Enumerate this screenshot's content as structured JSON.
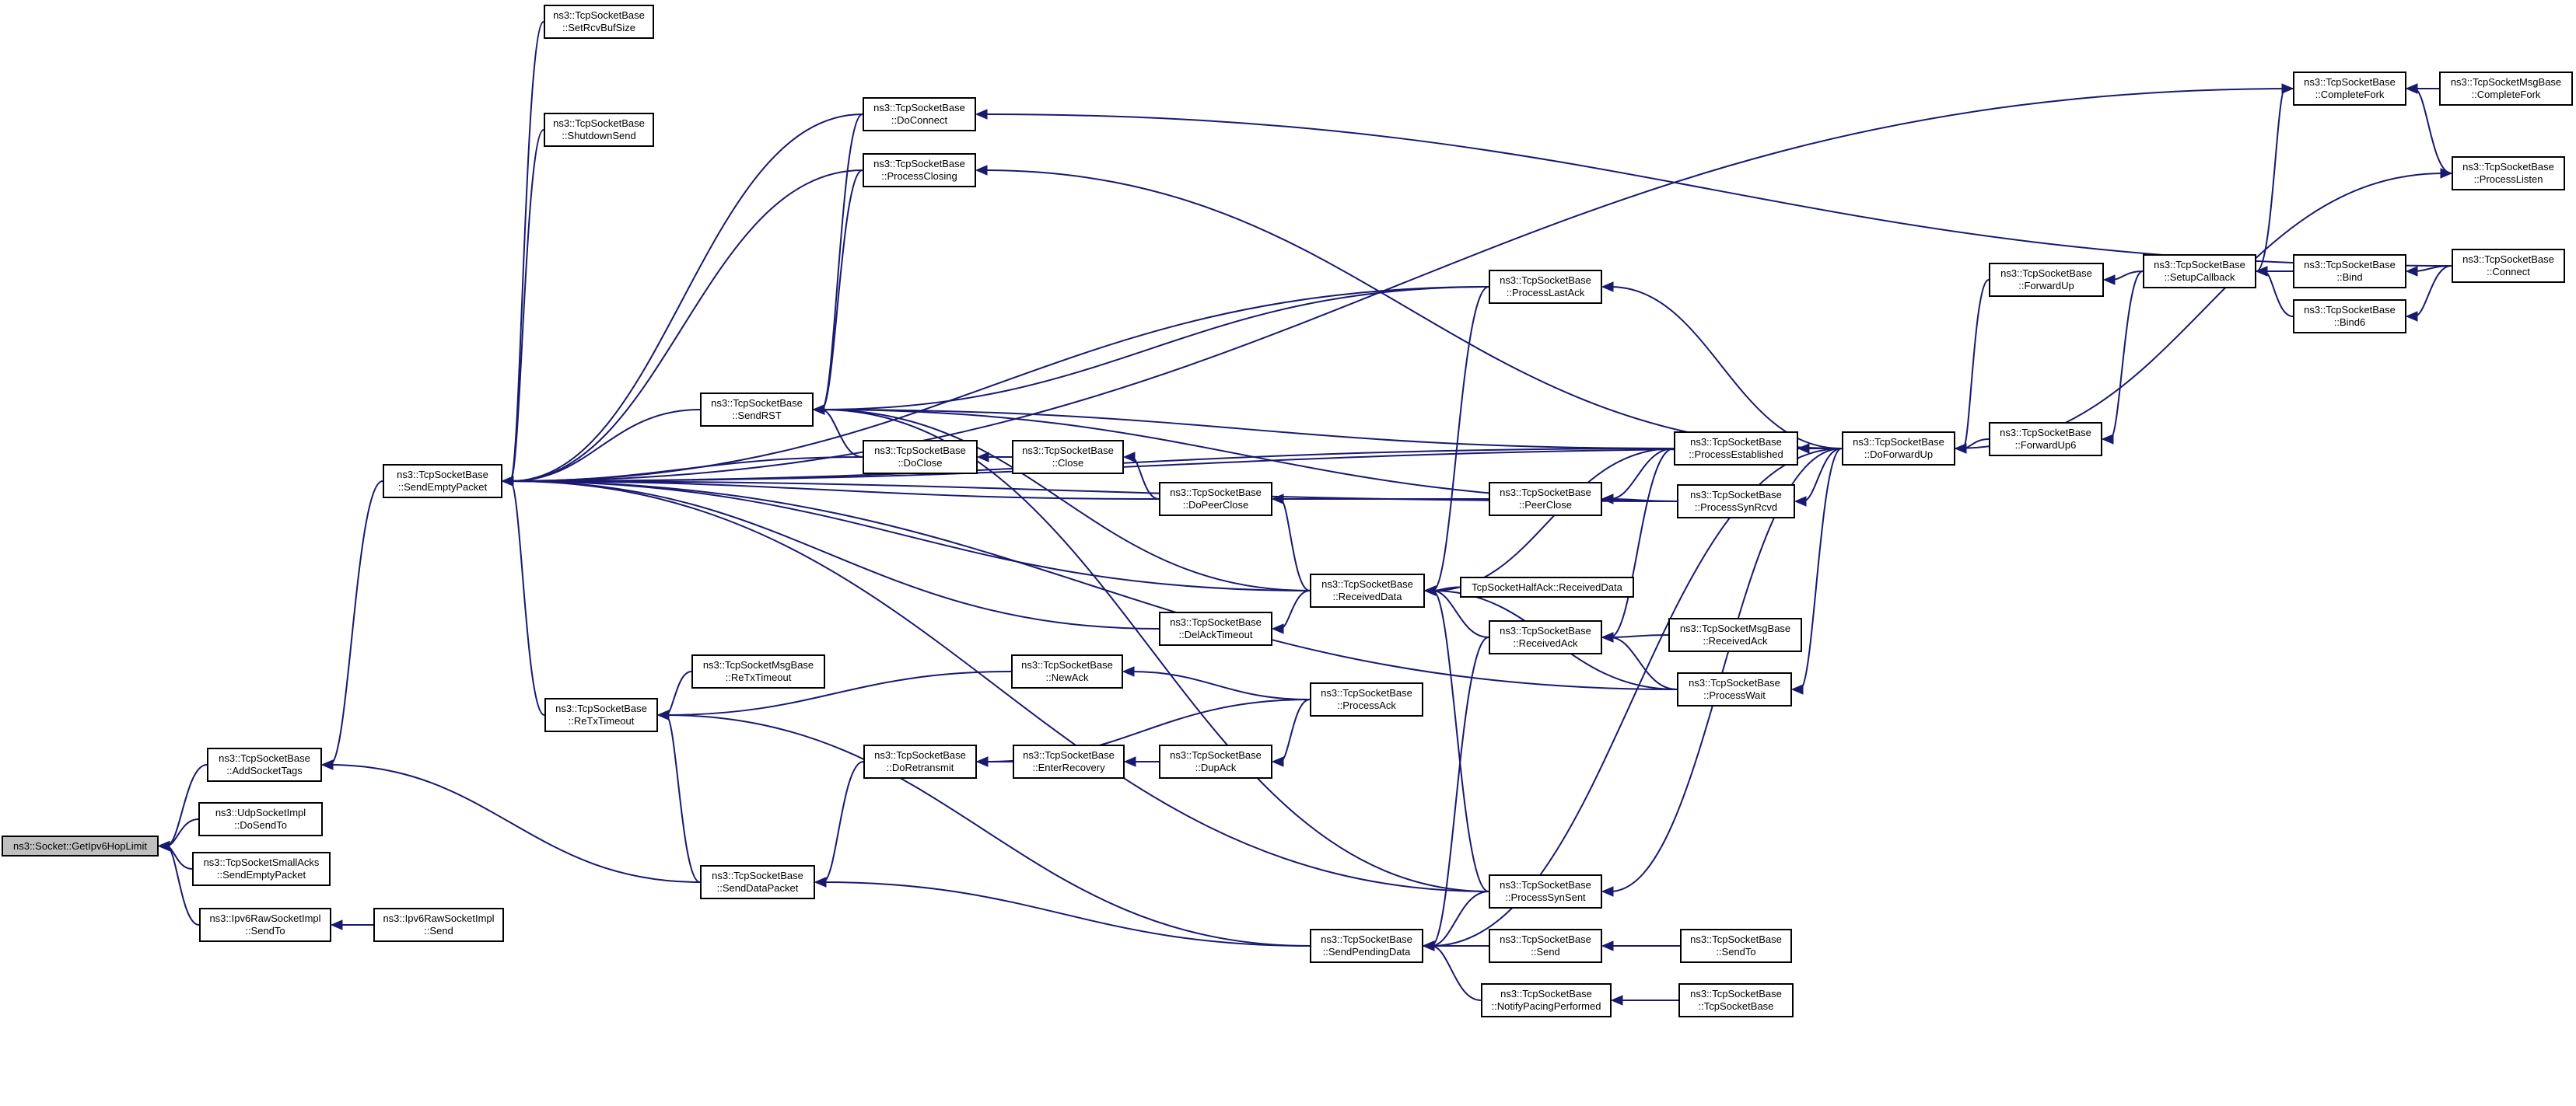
{
  "graph": {
    "nodes": [
      {
        "id": "root",
        "lines": [
          "ns3::Socket::GetIpv6HopLimit"
        ],
        "root": true
      },
      {
        "id": "addtags",
        "lines": [
          "ns3::TcpSocketBase",
          "::AddSocketTags"
        ]
      },
      {
        "id": "udpsend",
        "lines": [
          "ns3::UdpSocketImpl",
          "::DoSendTo"
        ]
      },
      {
        "id": "smallacks",
        "lines": [
          "ns3::TcpSocketSmallAcks",
          "::SendEmptyPacket"
        ]
      },
      {
        "id": "ipv6sendto",
        "lines": [
          "ns3::Ipv6RawSocketImpl",
          "::SendTo"
        ]
      },
      {
        "id": "ipv6send",
        "lines": [
          "ns3::Ipv6RawSocketImpl",
          "::Send"
        ]
      },
      {
        "id": "sendempty",
        "lines": [
          "ns3::TcpSocketBase",
          "::SendEmptyPacket"
        ]
      },
      {
        "id": "setrcvbuf",
        "lines": [
          "ns3::TcpSocketBase",
          "::SetRcvBufSize"
        ]
      },
      {
        "id": "shutdownsend",
        "lines": [
          "ns3::TcpSocketBase",
          "::ShutdownSend"
        ]
      },
      {
        "id": "sendrst",
        "lines": [
          "ns3::TcpSocketBase",
          "::SendRST"
        ]
      },
      {
        "id": "retxtimeout",
        "lines": [
          "ns3::TcpSocketBase",
          "::ReTxTimeout"
        ]
      },
      {
        "id": "msgretx",
        "lines": [
          "ns3::TcpSocketMsgBase",
          "::ReTxTimeout"
        ]
      },
      {
        "id": "senddatapacket",
        "lines": [
          "ns3::TcpSocketBase",
          "::SendDataPacket"
        ]
      },
      {
        "id": "doconnect",
        "lines": [
          "ns3::TcpSocketBase",
          "::DoConnect"
        ]
      },
      {
        "id": "processclosing",
        "lines": [
          "ns3::TcpSocketBase",
          "::ProcessClosing"
        ]
      },
      {
        "id": "doclose",
        "lines": [
          "ns3::TcpSocketBase",
          "::DoClose"
        ]
      },
      {
        "id": "close",
        "lines": [
          "ns3::TcpSocketBase",
          "::Close"
        ]
      },
      {
        "id": "newack",
        "lines": [
          "ns3::TcpSocketBase",
          "::NewAck"
        ]
      },
      {
        "id": "doretransmit",
        "lines": [
          "ns3::TcpSocketBase",
          "::DoRetransmit"
        ]
      },
      {
        "id": "enterrecovery",
        "lines": [
          "ns3::TcpSocketBase",
          "::EnterRecovery"
        ]
      },
      {
        "id": "dopeerclose",
        "lines": [
          "ns3::TcpSocketBase",
          "::DoPeerClose"
        ]
      },
      {
        "id": "delacktimeout",
        "lines": [
          "ns3::TcpSocketBase",
          "::DelAckTimeout"
        ]
      },
      {
        "id": "dupack",
        "lines": [
          "ns3::TcpSocketBase",
          "::DupAck"
        ]
      },
      {
        "id": "receiveddata",
        "lines": [
          "ns3::TcpSocketBase",
          "::ReceivedData"
        ]
      },
      {
        "id": "processack",
        "lines": [
          "ns3::TcpSocketBase",
          "::ProcessAck"
        ]
      },
      {
        "id": "sendpending",
        "lines": [
          "ns3::TcpSocketBase",
          "::SendPendingData"
        ]
      },
      {
        "id": "processlastack",
        "lines": [
          "ns3::TcpSocketBase",
          "::ProcessLastAck"
        ]
      },
      {
        "id": "peerclose",
        "lines": [
          "ns3::TcpSocketBase",
          "::PeerClose"
        ]
      },
      {
        "id": "halfack",
        "lines": [
          "TcpSocketHalfAck::ReceivedData"
        ]
      },
      {
        "id": "receivedack",
        "lines": [
          "ns3::TcpSocketBase",
          "::ReceivedAck"
        ]
      },
      {
        "id": "processsynsent",
        "lines": [
          "ns3::TcpSocketBase",
          "::ProcessSynSent"
        ]
      },
      {
        "id": "send",
        "lines": [
          "ns3::TcpSocketBase",
          "::Send"
        ]
      },
      {
        "id": "notifypacing",
        "lines": [
          "ns3::TcpSocketBase",
          "::NotifyPacingPerformed"
        ]
      },
      {
        "id": "processestablished",
        "lines": [
          "ns3::TcpSocketBase",
          "::ProcessEstablished"
        ]
      },
      {
        "id": "processsynrcvd",
        "lines": [
          "ns3::TcpSocketBase",
          "::ProcessSynRcvd"
        ]
      },
      {
        "id": "msgreceivedack",
        "lines": [
          "ns3::TcpSocketMsgBase",
          "::ReceivedAck"
        ]
      },
      {
        "id": "processwait",
        "lines": [
          "ns3::TcpSocketBase",
          "::ProcessWait"
        ]
      },
      {
        "id": "sendto",
        "lines": [
          "ns3::TcpSocketBase",
          "::SendTo"
        ]
      },
      {
        "id": "tcpsocketbase",
        "lines": [
          "ns3::TcpSocketBase",
          "::TcpSocketBase"
        ]
      },
      {
        "id": "doforwardup",
        "lines": [
          "ns3::TcpSocketBase",
          "::DoForwardUp"
        ]
      },
      {
        "id": "forwardup",
        "lines": [
          "ns3::TcpSocketBase",
          "::ForwardUp"
        ]
      },
      {
        "id": "forwardup6",
        "lines": [
          "ns3::TcpSocketBase",
          "::ForwardUp6"
        ]
      },
      {
        "id": "setupcallback",
        "lines": [
          "ns3::TcpSocketBase",
          "::SetupCallback"
        ]
      },
      {
        "id": "completefork",
        "lines": [
          "ns3::TcpSocketBase",
          "::CompleteFork"
        ]
      },
      {
        "id": "msgcompletefork",
        "lines": [
          "ns3::TcpSocketMsgBase",
          "::CompleteFork"
        ]
      },
      {
        "id": "processlisten",
        "lines": [
          "ns3::TcpSocketBase",
          "::ProcessListen"
        ]
      },
      {
        "id": "bind",
        "lines": [
          "ns3::TcpSocketBase",
          "::Bind"
        ]
      },
      {
        "id": "bind6",
        "lines": [
          "ns3::TcpSocketBase",
          "::Bind6"
        ]
      },
      {
        "id": "connect",
        "lines": [
          "ns3::TcpSocketBase",
          "::Connect"
        ]
      }
    ],
    "edges": [
      [
        "addtags",
        "root"
      ],
      [
        "udpsend",
        "root"
      ],
      [
        "smallacks",
        "root"
      ],
      [
        "ipv6sendto",
        "root"
      ],
      [
        "ipv6send",
        "ipv6sendto"
      ],
      [
        "sendempty",
        "addtags"
      ],
      [
        "senddatapacket",
        "addtags"
      ],
      [
        "setrcvbuf",
        "sendempty"
      ],
      [
        "shutdownsend",
        "sendempty"
      ],
      [
        "sendrst",
        "sendempty"
      ],
      [
        "retxtimeout",
        "sendempty"
      ],
      [
        "doconnect",
        "sendempty"
      ],
      [
        "processclosing",
        "sendempty"
      ],
      [
        "doclose",
        "sendempty"
      ],
      [
        "dopeerclose",
        "sendempty"
      ],
      [
        "delacktimeout",
        "sendempty"
      ],
      [
        "receiveddata",
        "sendempty"
      ],
      [
        "processlastack",
        "sendempty"
      ],
      [
        "processsynrcvd",
        "sendempty"
      ],
      [
        "processestablished",
        "sendempty"
      ],
      [
        "processwait",
        "sendempty"
      ],
      [
        "processsynsent",
        "sendempty"
      ],
      [
        "completefork",
        "sendempty"
      ],
      [
        "doforwardup",
        "sendempty"
      ],
      [
        "msgretx",
        "retxtimeout"
      ],
      [
        "newack",
        "retxtimeout"
      ],
      [
        "senddatapacket",
        "retxtimeout"
      ],
      [
        "sendpending",
        "retxtimeout"
      ],
      [
        "doconnect",
        "sendrst"
      ],
      [
        "processclosing",
        "sendrst"
      ],
      [
        "doclose",
        "sendrst"
      ],
      [
        "processlastack",
        "sendrst"
      ],
      [
        "processestablished",
        "sendrst"
      ],
      [
        "processsynrcvd",
        "sendrst"
      ],
      [
        "processsynsent",
        "sendrst"
      ],
      [
        "receiveddata",
        "sendrst"
      ],
      [
        "close",
        "doclose"
      ],
      [
        "dopeerclose",
        "close"
      ],
      [
        "peerclose",
        "dopeerclose"
      ],
      [
        "receiveddata",
        "dopeerclose"
      ],
      [
        "receiveddata",
        "delacktimeout"
      ],
      [
        "halfack",
        "receiveddata"
      ],
      [
        "processlastack",
        "receiveddata"
      ],
      [
        "processestablished",
        "receiveddata"
      ],
      [
        "processwait",
        "receiveddata"
      ],
      [
        "processsynsent",
        "receiveddata"
      ],
      [
        "receivedack",
        "receiveddata"
      ],
      [
        "processack",
        "newack"
      ],
      [
        "processack",
        "doretransmit"
      ],
      [
        "doretransmit",
        "senddatapacket"
      ],
      [
        "enterrecovery",
        "doretransmit"
      ],
      [
        "dupack",
        "enterrecovery"
      ],
      [
        "processack",
        "dupack"
      ],
      [
        "sendpending",
        "senddatapacket"
      ],
      [
        "processsynsent",
        "sendpending"
      ],
      [
        "send",
        "sendpending"
      ],
      [
        "notifypacing",
        "sendpending"
      ],
      [
        "doforwardup",
        "sendpending"
      ],
      [
        "receivedack",
        "sendpending"
      ],
      [
        "processestablished",
        "peerclose"
      ],
      [
        "processsynrcvd",
        "peerclose"
      ],
      [
        "processestablished",
        "receivedack"
      ],
      [
        "msgreceivedack",
        "receivedack"
      ],
      [
        "processwait",
        "receivedack"
      ],
      [
        "sendto",
        "send"
      ],
      [
        "tcpsocketbase",
        "notifypacing"
      ],
      [
        "doforwardup",
        "processestablished"
      ],
      [
        "doforwardup",
        "processsynrcvd"
      ],
      [
        "doforwardup",
        "processlastack"
      ],
      [
        "doforwardup",
        "processwait"
      ],
      [
        "doforwardup",
        "processsynsent"
      ],
      [
        "doforwardup",
        "processclosing"
      ],
      [
        "doforwardup",
        "processlisten"
      ],
      [
        "connect",
        "doconnect"
      ],
      [
        "forwardup",
        "doforwardup"
      ],
      [
        "forwardup6",
        "doforwardup"
      ],
      [
        "setupcallback",
        "forwardup"
      ],
      [
        "setupcallback",
        "forwardup6"
      ],
      [
        "setupcallback",
        "completefork"
      ],
      [
        "bind",
        "setupcallback"
      ],
      [
        "bind6",
        "setupcallback"
      ],
      [
        "msgcompletefork",
        "completefork"
      ],
      [
        "processlisten",
        "completefork"
      ],
      [
        "connect",
        "bind"
      ],
      [
        "connect",
        "bind6"
      ]
    ]
  }
}
